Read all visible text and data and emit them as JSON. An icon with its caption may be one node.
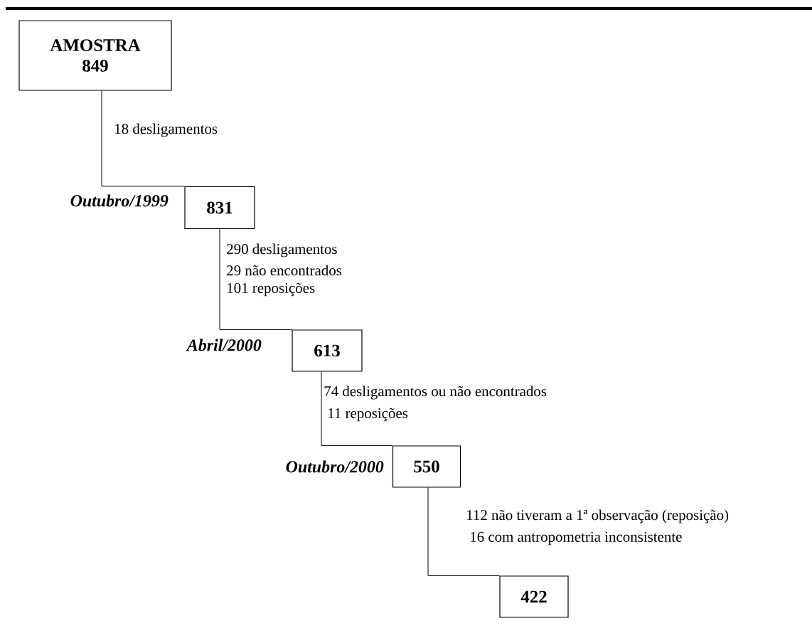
{
  "diagram": {
    "nodes": [
      {
        "text": [
          "AMOSTRA",
          "849"
        ]
      },
      {
        "text": [
          "831"
        ],
        "beside": [
          "Outubro/1999"
        ]
      },
      {
        "text": [
          "613"
        ],
        "beside": [
          "Abril/2000"
        ]
      },
      {
        "text": [
          "550"
        ],
        "beside": [
          "Outubro/2000"
        ]
      },
      {
        "text": [
          "422"
        ]
      }
    ],
    "edges": [
      {
        "from": 0,
        "to": 1,
        "arrow": "none"
      },
      {
        "from": 1,
        "to": 2,
        "arrow": "none"
      },
      {
        "from": 2,
        "to": 3,
        "arrow": "none"
      },
      {
        "from": 3,
        "to": 4,
        "arrow": "none"
      }
    ],
    "labels": [
      "18 desligamentos",
      "290 desligamentos",
      "29 não encontrados",
      "101 reposições",
      "74 desligamentos ou não encontrados",
      "11 reposições",
      "112 não tiveram a 1ª observação (reposição)",
      "16 com antropometria inconsistente"
    ]
  }
}
